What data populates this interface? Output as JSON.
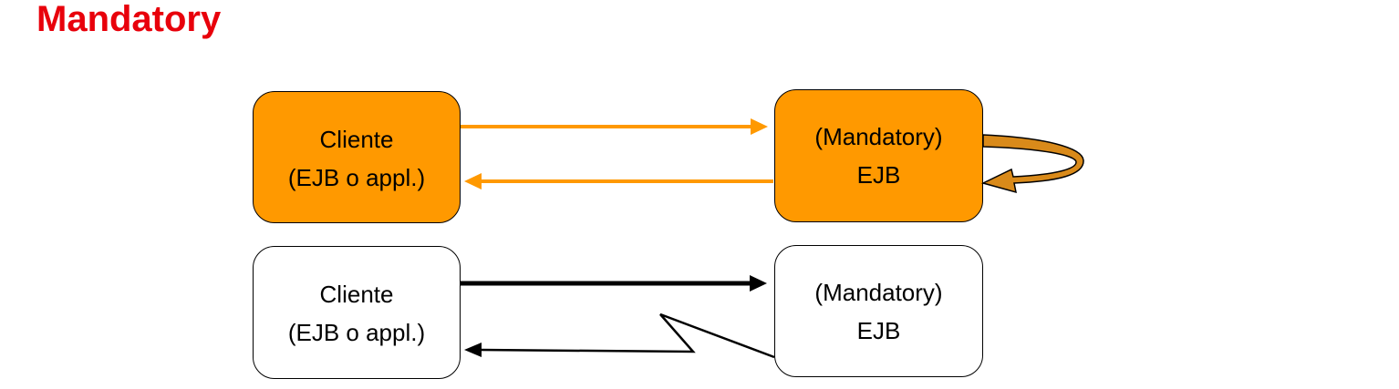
{
  "title": "Mandatory",
  "colors": {
    "title": "#e8000b",
    "highlight_fill": "#ff9900",
    "highlight_arrow": "#ff9900",
    "self_loop_fill": "#d98a1a",
    "plain_fill": "#ffffff",
    "stroke": "#000000"
  },
  "scenarios": [
    {
      "client": {
        "line1": "Cliente",
        "line2": "(EJB o appl.)"
      },
      "ejb": {
        "line1": "(Mandatory)",
        "line2": "EJB"
      }
    },
    {
      "client": {
        "line1": "Cliente",
        "line2": "(EJB o appl.)"
      },
      "ejb": {
        "line1": "(Mandatory)",
        "line2": "EJB"
      }
    }
  ]
}
